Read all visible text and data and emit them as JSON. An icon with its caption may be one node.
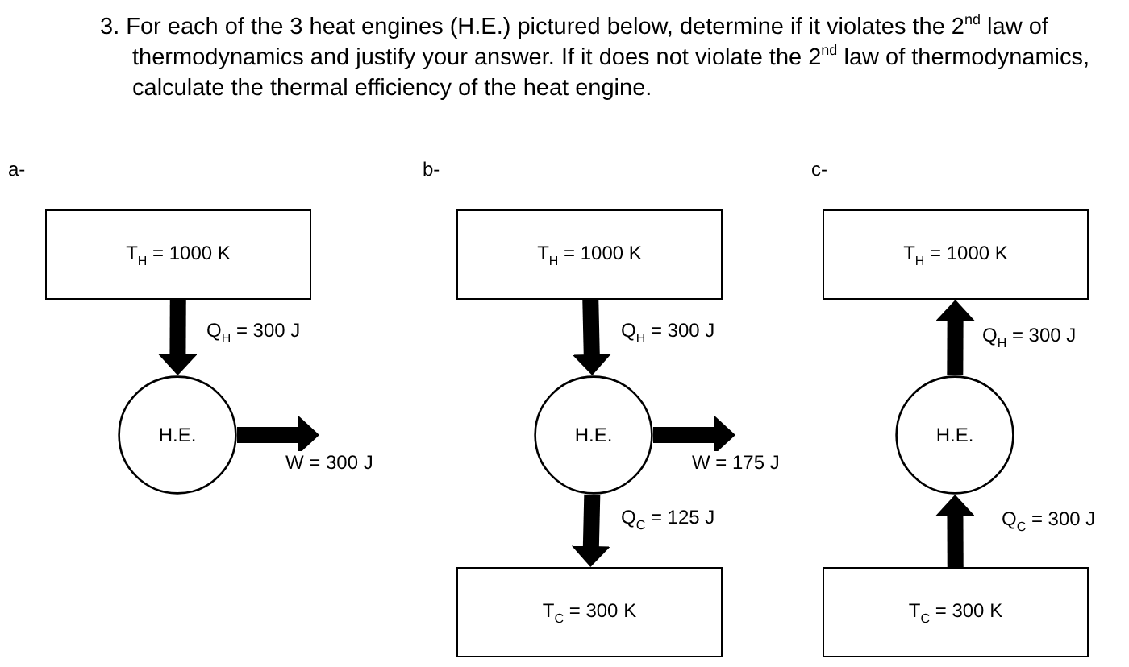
{
  "diagram": {
    "title": "3. For each of the 3 heat engines (H.E.) pictured below, determine if it violates the 2$^{nd}$ law of thermodynamics and justify your answer. If it does not violate the 2$^{nd}$ law of thermodynamics, calculate the thermal efficiency of the heat engine.",
    "nodes": [
      {
        "text": [
          "T$_{H}$ = 1000 K"
        ]
      },
      {
        "text": [
          "H.E."
        ]
      },
      {
        "text": [
          "T$_{H}$ = 1000 K"
        ]
      },
      {
        "text": [
          "H.E."
        ]
      },
      {
        "text": [
          "T$_{C}$ = 300 K"
        ]
      },
      {
        "text": [
          "T$_{H}$ = 1000 K"
        ]
      },
      {
        "text": [
          "H.E."
        ]
      },
      {
        "text": [
          "T$_{C}$ = 300 K"
        ]
      }
    ],
    "edges": [
      {
        "from": 0,
        "to": 1,
        "arrow": "to",
        "label": "Q$_{H}$ = 300 J"
      },
      {
        "from": 1,
        "to": null,
        "arrow": "to",
        "label": "W = 300 J"
      },
      {
        "from": 2,
        "to": 3,
        "arrow": "to",
        "label": "Q$_{H}$ = 300 J"
      },
      {
        "from": 3,
        "to": null,
        "arrow": "to",
        "label": "W = 175 J"
      },
      {
        "from": 3,
        "to": 4,
        "arrow": "to",
        "label": "Q$_{C}$ = 125 J"
      },
      {
        "from": 6,
        "to": 5,
        "arrow": "to",
        "label": "Q$_{H}$ = 300 J"
      },
      {
        "from": 7,
        "to": 6,
        "arrow": "to",
        "label": "Q$_{C}$ = 300 J"
      }
    ],
    "labels": [
      "a-",
      "b-",
      "c-"
    ]
  }
}
